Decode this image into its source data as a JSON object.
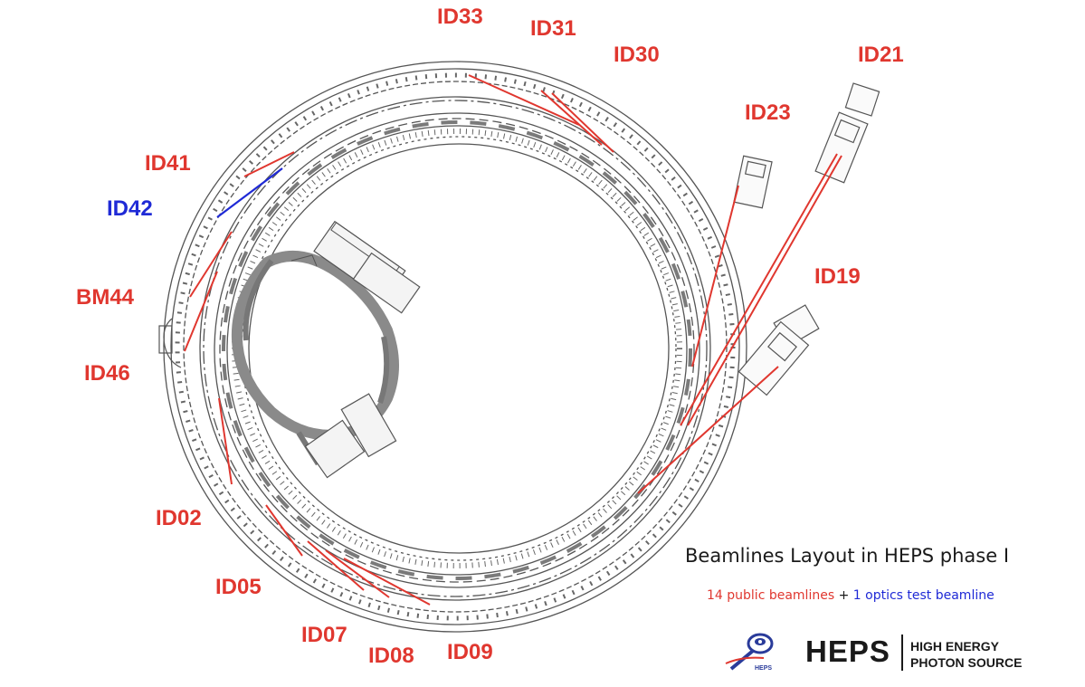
{
  "labels": [
    {
      "id": "ID33",
      "text": "ID33",
      "color": "#e0372f"
    },
    {
      "id": "ID31",
      "text": "ID31",
      "color": "#e0372f"
    },
    {
      "id": "ID30",
      "text": "ID30",
      "color": "#e0372f"
    },
    {
      "id": "ID21",
      "text": "ID21",
      "color": "#e0372f"
    },
    {
      "id": "ID23",
      "text": "ID23",
      "color": "#e0372f"
    },
    {
      "id": "ID41",
      "text": "ID41",
      "color": "#e0372f"
    },
    {
      "id": "ID42",
      "text": "ID42",
      "color": "#1f2ad6"
    },
    {
      "id": "BM44",
      "text": "BM44",
      "color": "#e0372f"
    },
    {
      "id": "ID46",
      "text": "ID46",
      "color": "#e0372f"
    },
    {
      "id": "ID19",
      "text": "ID19",
      "color": "#e0372f"
    },
    {
      "id": "ID02",
      "text": "ID02",
      "color": "#e0372f"
    },
    {
      "id": "ID05",
      "text": "ID05",
      "color": "#e0372f"
    },
    {
      "id": "ID07",
      "text": "ID07",
      "color": "#e0372f"
    },
    {
      "id": "ID08",
      "text": "ID08",
      "color": "#e0372f"
    },
    {
      "id": "ID09",
      "text": "ID09",
      "color": "#e0372f"
    }
  ],
  "legend": {
    "title": "Beamlines Layout in HEPS phase I",
    "public": "14 public beamlines",
    "plus": " + ",
    "optics": "1 optics test beamline"
  },
  "logo": {
    "name": "HEPS",
    "full_line1": "HIGH ENERGY",
    "full_line2": "PHOTON SOURCE",
    "mini": "HEPS"
  },
  "colors": {
    "public_beamline": "#e0372f",
    "optics_beamline": "#1f2ad6",
    "drawing": "#555555",
    "booster": "#8a8a8a"
  }
}
